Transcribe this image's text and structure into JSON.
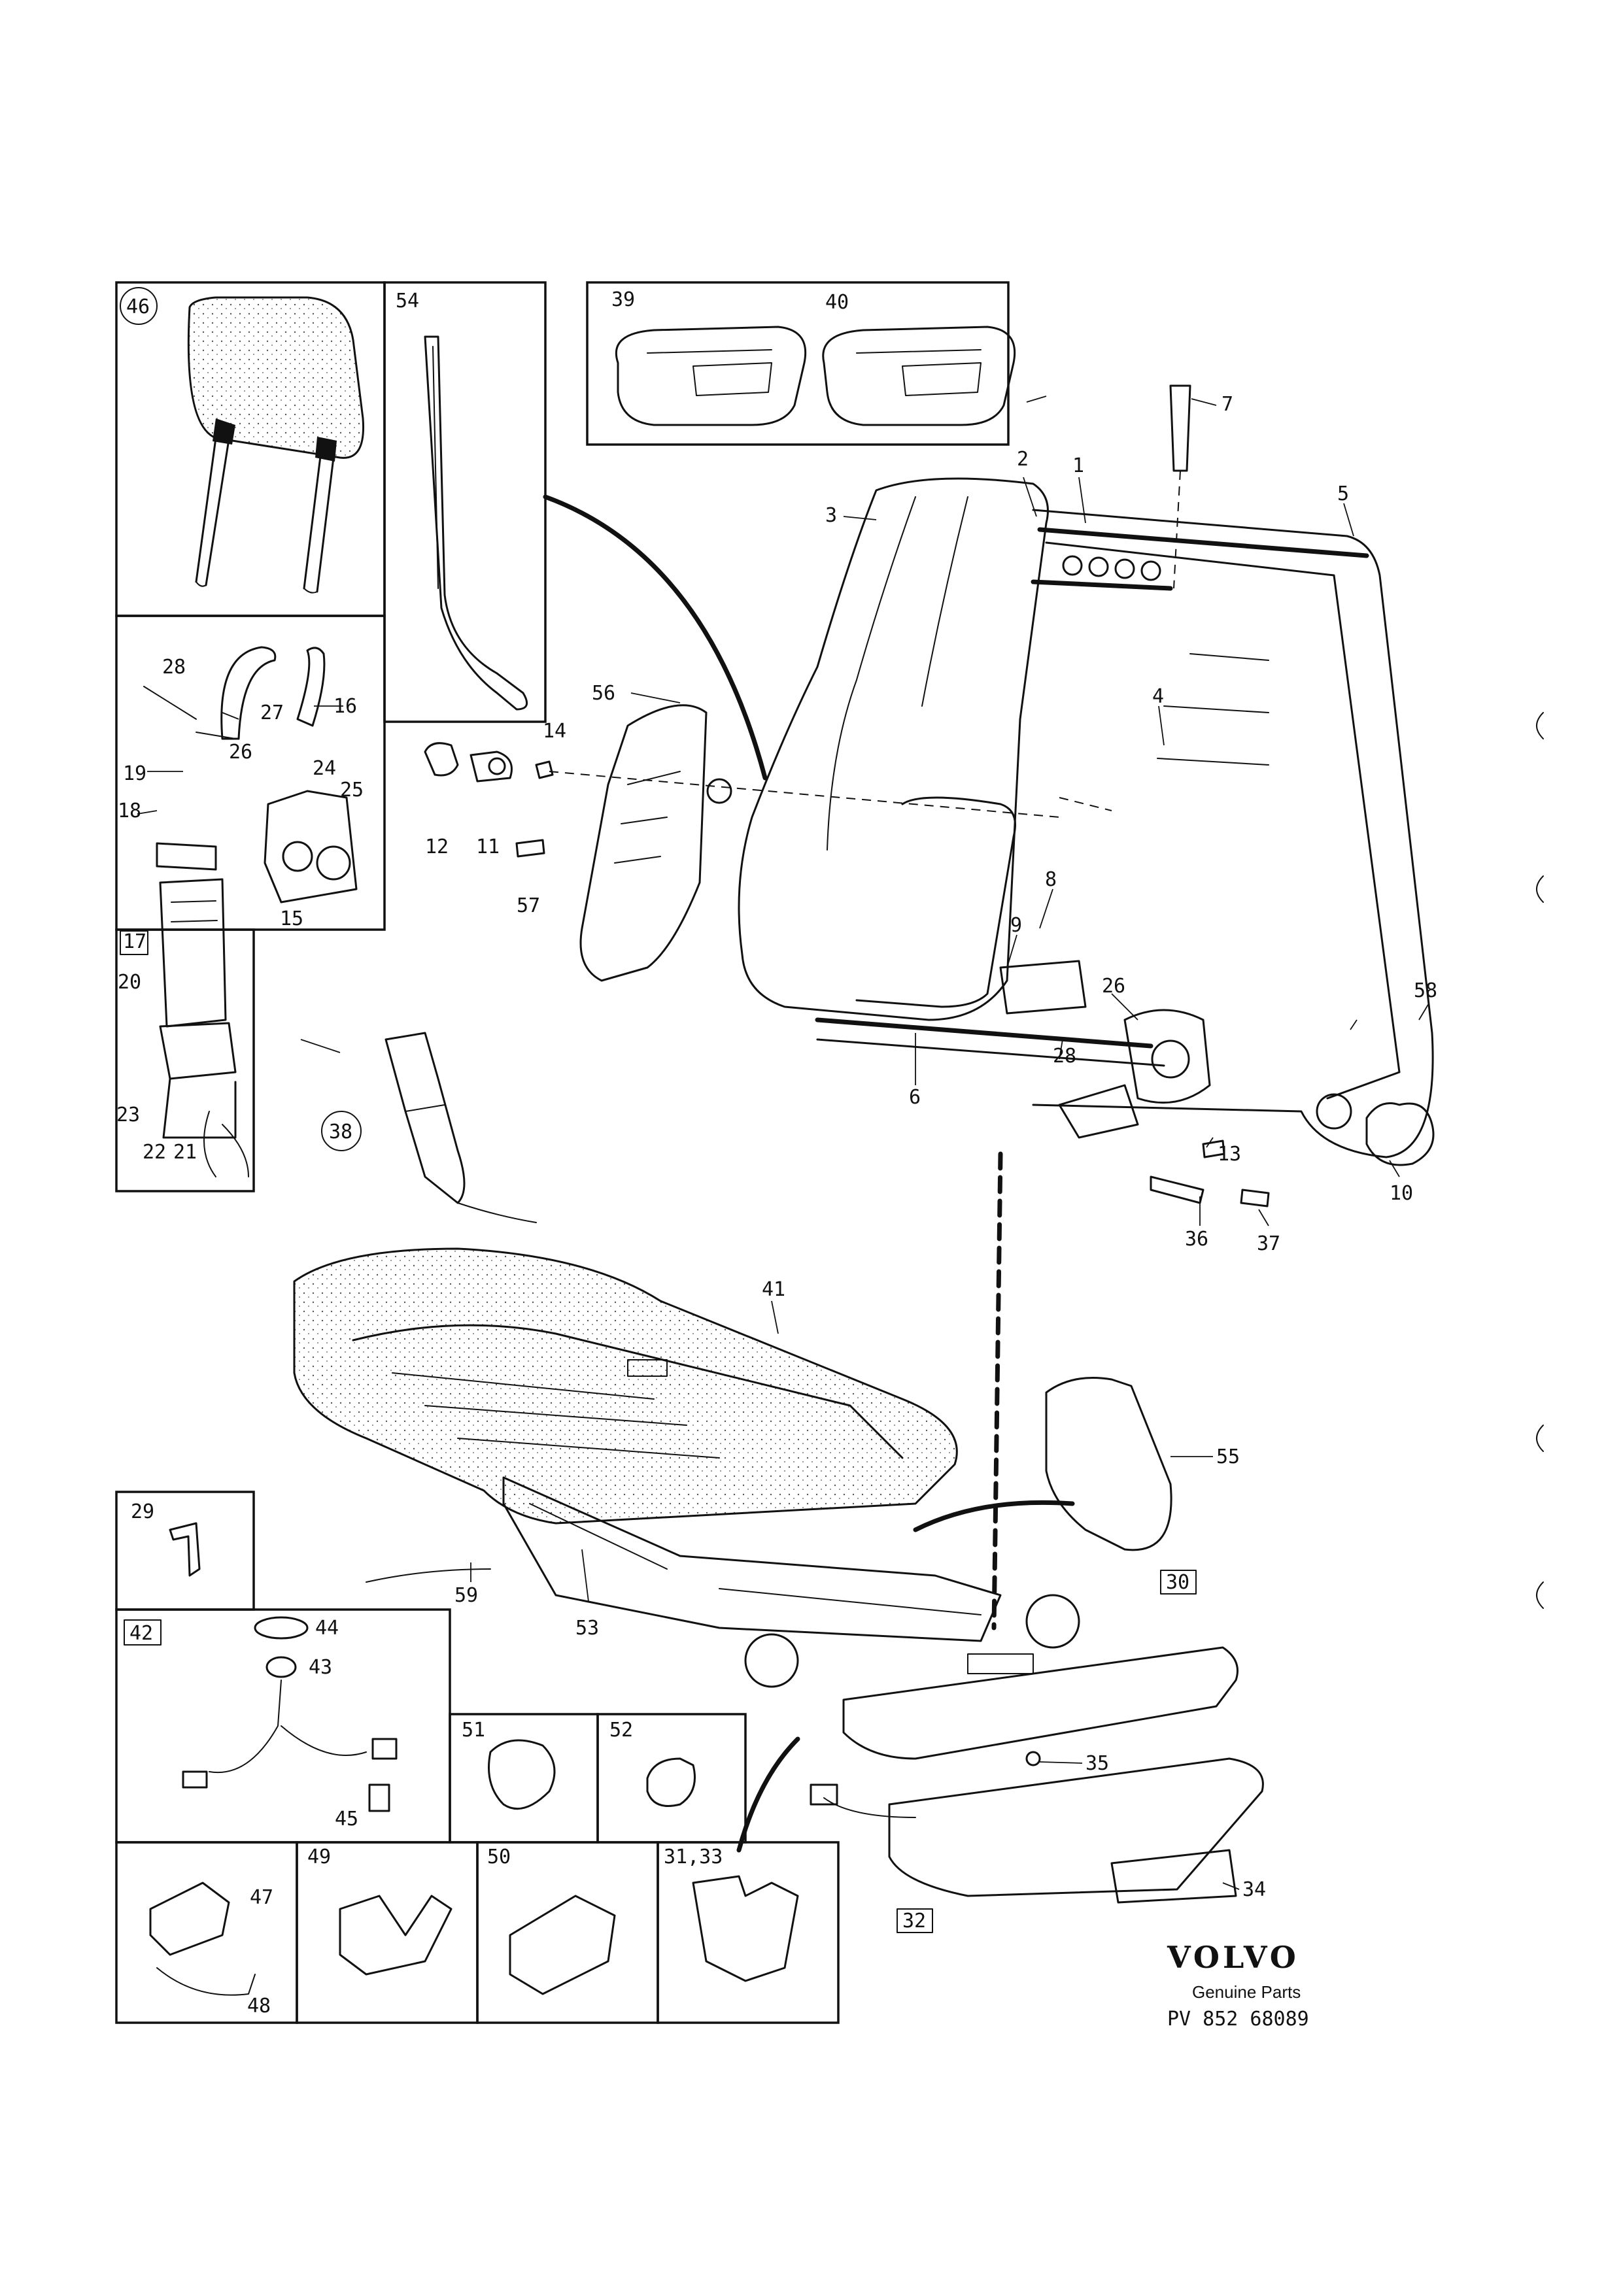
{
  "labels": {
    "p1": "1",
    "p2": "2",
    "p3": "3",
    "p4": "4",
    "p5": "5",
    "p6": "6",
    "p7": "7",
    "p8": "8",
    "p9": "9",
    "p10": "10",
    "p11": "11",
    "p12": "12",
    "p13": "13",
    "p14": "14",
    "p15": "15",
    "p16": "16",
    "p17": "17",
    "p18": "18",
    "p19": "19",
    "p20": "20",
    "p21": "21",
    "p22": "22",
    "p23": "23",
    "p24": "24",
    "p25": "25",
    "p26a": "26",
    "p26b": "26",
    "p27": "27",
    "p28a": "28",
    "p28b": "28",
    "p29": "29",
    "p30": "30",
    "p31_33": "31,33",
    "p32": "32",
    "p34": "34",
    "p35": "35",
    "p36": "36",
    "p37": "37",
    "p38": "38",
    "p39": "39",
    "p40": "40",
    "p41": "41",
    "p42": "42",
    "p43": "43",
    "p44": "44",
    "p45": "45",
    "p46": "46",
    "p47": "47",
    "p48": "48",
    "p49": "49",
    "p50": "50",
    "p51": "51",
    "p52": "52",
    "p53": "53",
    "p54": "54",
    "p55": "55",
    "p56": "56",
    "p57": "57",
    "p58": "58",
    "p59": "59"
  },
  "brand": {
    "name": "VOLVO",
    "subtitle": "Genuine Parts",
    "code": "PV 852  68089"
  },
  "colors": {
    "ink": "#111111",
    "paper": "#ffffff"
  }
}
